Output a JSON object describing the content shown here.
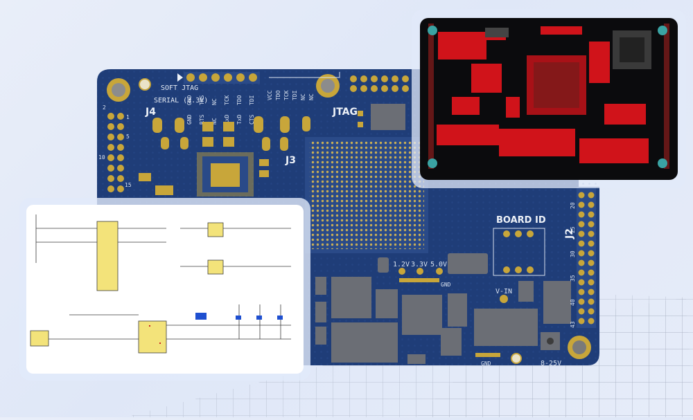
{
  "board": {
    "soft_jtag": "SOFT JTAG",
    "serial": "SERIAL (3.3V)",
    "j4": "J4",
    "j3": "J3",
    "j2": "J2",
    "jtag": "JTAG",
    "board_id": "BOARD ID",
    "v12": "1.2V",
    "v33": "3.3V",
    "v50": "5.0V",
    "gnd1": "GND",
    "gnd2": "GND",
    "vin": "V-IN",
    "vrange": "8-25V",
    "pins_left": [
      "1",
      "2",
      "5",
      "10",
      "15"
    ],
    "pins_right": [
      "20",
      "25",
      "30",
      "35",
      "40",
      "43"
    ],
    "jtag_pins_a": [
      "GND",
      "TMS",
      "NC",
      "TCK",
      "TDO",
      "TDI"
    ],
    "jtag_pins_b": [
      "GND",
      "RTS",
      "NC",
      "RxD",
      "TxD",
      "CTS"
    ],
    "jtag_pins_c": [
      "VCC",
      "TDO",
      "TCK",
      "TDI",
      "NC",
      "NC"
    ]
  },
  "colors": {
    "pcb_blue": "#1f3d78",
    "pcb_dark": "#0b0b0d",
    "copper_red": "#d0131a",
    "pad_gold": "#c8a63a",
    "chip_grey": "#6b6e75"
  }
}
